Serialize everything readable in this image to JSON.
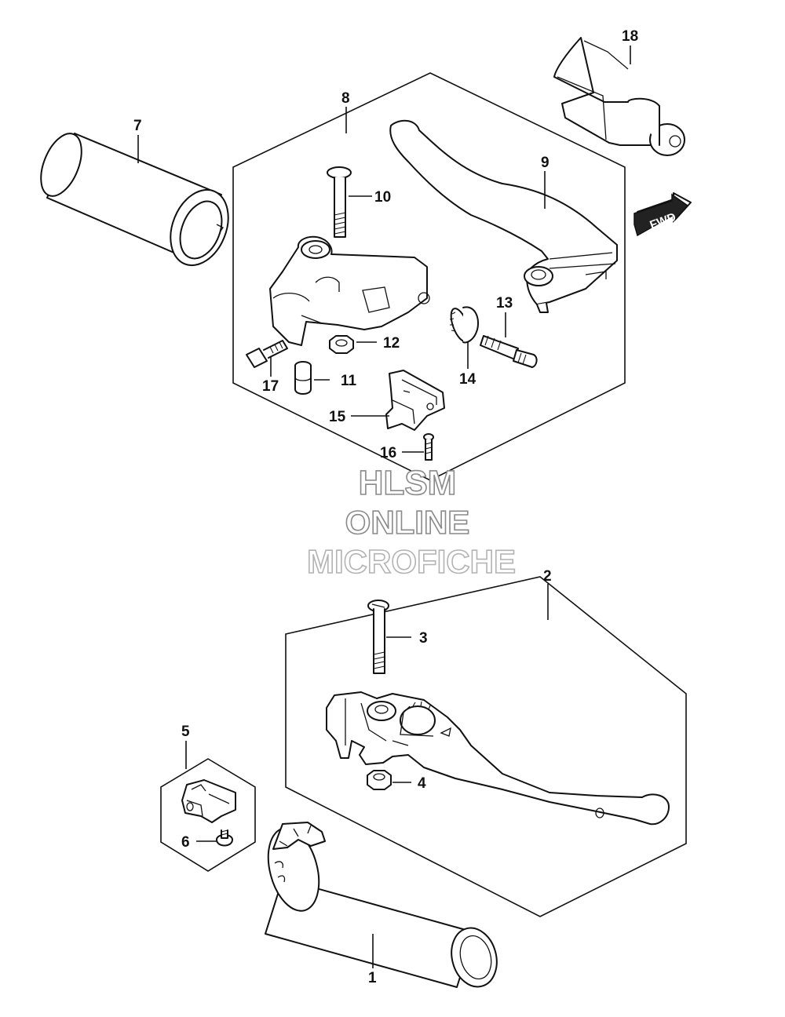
{
  "diagram": {
    "watermark": {
      "line1": "HLSM",
      "line2": "ONLINE",
      "line3": "MICROFICHE"
    },
    "direction_badge": "FWD",
    "callouts": {
      "c1": "1",
      "c2": "2",
      "c3": "3",
      "c4": "4",
      "c5": "5",
      "c6": "6",
      "c7": "7",
      "c8": "8",
      "c9": "9",
      "c10": "10",
      "c11": "11",
      "c12": "12",
      "c13": "13",
      "c14": "14",
      "c15": "15",
      "c16": "16",
      "c17": "17",
      "c18": "18"
    }
  }
}
